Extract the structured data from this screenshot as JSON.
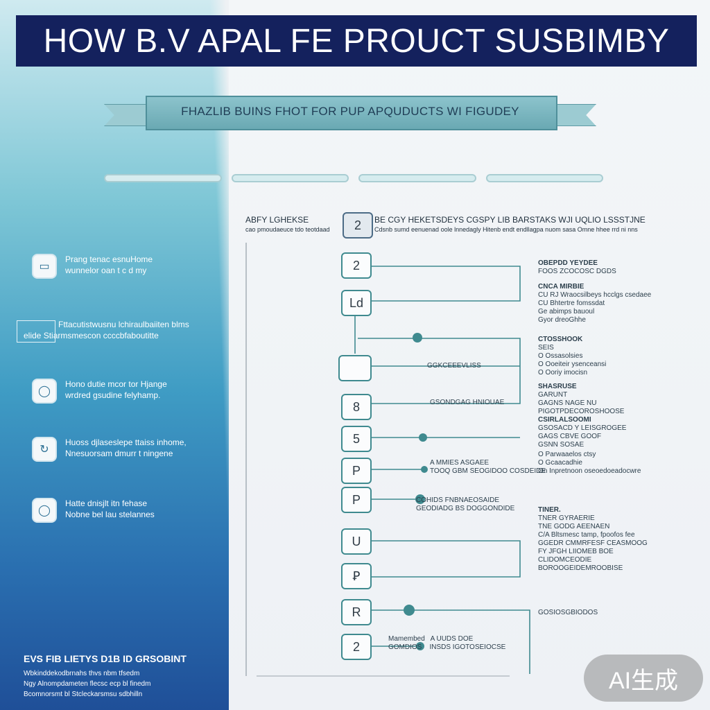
{
  "title": "HOW B.V APAL FE PROUCT SUSBIMBY",
  "banner": "FHAZLIB BUINS FHOT FOR PUP APQUDUCTS WI FIGUDEY",
  "left_features": [
    {
      "line1": "Prang tenac esnuHome",
      "line2": "wunnelor oan t c d my"
    },
    {
      "line1": "Hono dutie mcor tor Hjange",
      "line2": "wrdred gsudine felyhamp."
    },
    {
      "line1": "Huoss djlaseslepe ttaiss inhome,",
      "line2": "Nnesuorsam dmurr t ningene"
    },
    {
      "line1": "Hatte dnisjlt itn fehase",
      "line2": "Nobne bel lau stelannes"
    }
  ],
  "left_feature_boxed": {
    "line1": "Fttacutistwusnu lchiraulbaiiten blms",
    "line2": "elide Stiarmsmescon ccccbfaboutitte"
  },
  "bottom_left": {
    "heading": "EVS FIB LIETYS D1B ID GRSOBINT",
    "p1": "Wbkinddekodbrnahs thvs nbm tfsedm",
    "p2": "Ngy Alnompdameten flecsc ecp bl finedm",
    "p3": "Bcomnorsmt bl Stcleckarsmsu sdbhilln"
  },
  "top_labels": {
    "left": "ABFY LGHEKSE",
    "left_sub": "cao pmoudaeuce tdo teotdaad",
    "mid": "BE CGY HEKETSDEYS CGSPY LIB BARSTAKS WJI UQLIO LSSSTJNE",
    "mid_sub": "Cdsnb sumd eenuenad oole lnnedagly Hitenb endt endllagpa nuom sasa Omne hhee rrd ni nns"
  },
  "steps": [
    "2",
    "2",
    "Ld",
    "",
    "8",
    "5",
    "P",
    "P",
    "U",
    "Ꝑ",
    "R",
    "2"
  ],
  "notes": [
    {
      "text": "GGKCEEEVLISS"
    },
    {
      "text": "GSONDGAG HNIOUAE"
    },
    {
      "text": "A MMIES ASGAEE\nTOOQ GBM SEOGIDOO COSDEIDE"
    },
    {
      "text": "COHIDS FNBNAEOSAIDE\nGEODIADG BS DOGGONDIDE"
    },
    {
      "text": "Mamembed   A UUDS DOE\nGOMDIOS    INSDS IGOTOSEIOCSE"
    }
  ],
  "right_col": [
    {
      "h": "OBEPDD YEYDEE",
      "lines": [
        "FOOS ZCOCOSC DGDS"
      ]
    },
    {
      "h": "CNCA MIRBIE",
      "lines": [
        "CU RJ Wraocsilbeys hcclgs csedaee",
        "CU Bhtertre fomssdat",
        "Ge abimps bauoul",
        "Gyor dreoGhhe"
      ]
    },
    {
      "h": "CTOSSHOOK",
      "lines": [
        "SEIS",
        "O Ossasolsies",
        "O Ooeiteir ysenceansi",
        "O Ooriy imocisn"
      ]
    },
    {
      "h": "SHASRUSE",
      "lines": [
        "GARUNT",
        "GAGNS NAGE NU PIGOTPDECOROSHOOSE"
      ]
    },
    {
      "h": "CSIRLALSOOMI",
      "lines": [
        "GSOSACD Y LEISGROGEE",
        "GAGS CBVE GOOF",
        "GSNN SOSAE"
      ]
    },
    {
      "h": "",
      "lines": [
        "O Parwaaelos ctsy",
        "O Gcaacadhie",
        "On Inpretnoon oseoedoeadocwre"
      ]
    },
    {
      "h": "TINER.",
      "lines": [
        "TNER GYRAERIE",
        "TNE GODG AEENAEN",
        "C/A Bltsmesc tamp, fpoofos fee",
        "GGEDR CMMRFESF CEASMOOG",
        "FY JFGH LIIOMEB BOE",
        "CLIDOMCEODIE",
        "BOROOGEIDEMROOBISE"
      ]
    },
    {
      "h": "",
      "lines": [
        "GOSIOSGBIODOS"
      ]
    }
  ],
  "watermark": "AI生成",
  "colors": {
    "title_bg": "#14215d",
    "accent": "#3f8a8f",
    "left_top": "#cfeaf0",
    "left_bottom": "#1f4f98"
  }
}
